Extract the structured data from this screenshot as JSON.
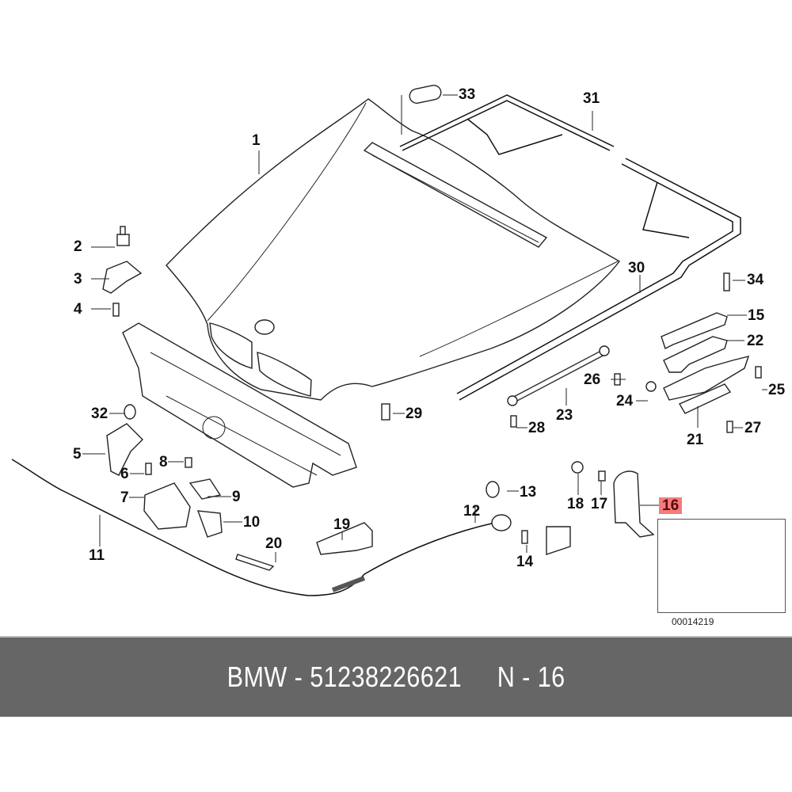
{
  "diagram": {
    "title": "BMW hood / bonnet assembly exploded parts diagram",
    "highlighted_part": "16",
    "highlight_color": "#f47c7c",
    "diagram_code": "00014219",
    "callouts": [
      {
        "id": "1",
        "label": "1"
      },
      {
        "id": "2",
        "label": "2"
      },
      {
        "id": "3",
        "label": "3"
      },
      {
        "id": "4",
        "label": "4"
      },
      {
        "id": "5",
        "label": "5"
      },
      {
        "id": "6",
        "label": "6"
      },
      {
        "id": "7",
        "label": "7"
      },
      {
        "id": "8",
        "label": "8"
      },
      {
        "id": "9",
        "label": "9"
      },
      {
        "id": "10",
        "label": "10"
      },
      {
        "id": "11",
        "label": "11"
      },
      {
        "id": "12",
        "label": "12"
      },
      {
        "id": "13",
        "label": "13"
      },
      {
        "id": "14",
        "label": "14"
      },
      {
        "id": "15",
        "label": "15"
      },
      {
        "id": "16",
        "label": "16"
      },
      {
        "id": "17",
        "label": "17"
      },
      {
        "id": "18",
        "label": "18"
      },
      {
        "id": "19",
        "label": "19"
      },
      {
        "id": "20",
        "label": "20"
      },
      {
        "id": "21",
        "label": "21"
      },
      {
        "id": "22",
        "label": "22"
      },
      {
        "id": "23",
        "label": "23"
      },
      {
        "id": "24",
        "label": "24"
      },
      {
        "id": "25",
        "label": "25"
      },
      {
        "id": "26",
        "label": "26"
      },
      {
        "id": "27",
        "label": "27"
      },
      {
        "id": "28",
        "label": "28"
      },
      {
        "id": "29",
        "label": "29"
      },
      {
        "id": "30",
        "label": "30"
      },
      {
        "id": "31",
        "label": "31"
      },
      {
        "id": "32",
        "label": "32"
      },
      {
        "id": "33",
        "label": "33"
      },
      {
        "id": "34",
        "label": "34"
      }
    ]
  },
  "footer": {
    "brand": "BMW",
    "part_number": "51238226621",
    "position": "N - 16",
    "text": "BMW - 51238226621     N - 16"
  }
}
